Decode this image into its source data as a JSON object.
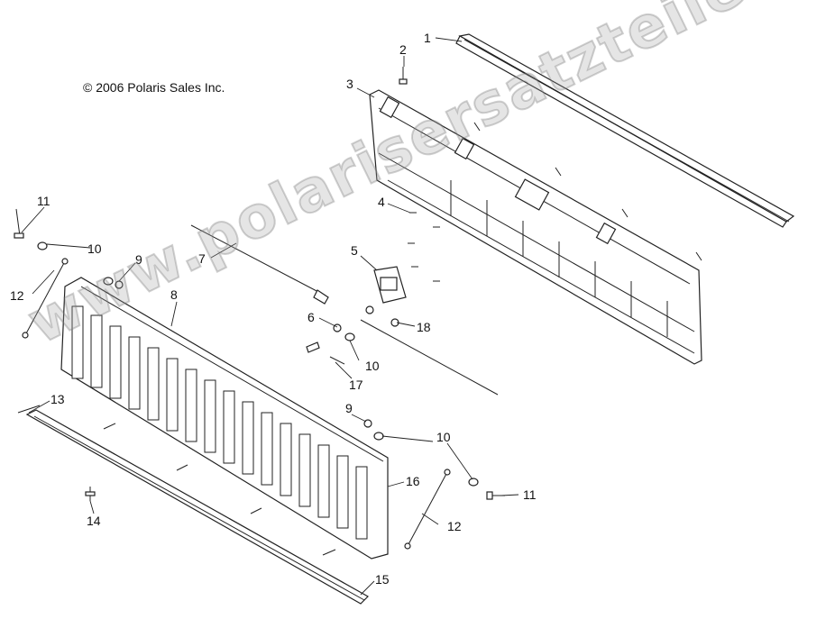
{
  "copyright": "© 2006 Polaris Sales Inc.",
  "watermark": "www.polarisersatzteile.de",
  "callouts": [
    "1",
    "2",
    "3",
    "4",
    "5",
    "6",
    "7",
    "8",
    "9",
    "9",
    "10",
    "10",
    "10",
    "11",
    "11",
    "12",
    "12",
    "13",
    "14",
    "15",
    "16",
    "17",
    "18"
  ],
  "labels": {
    "c1": "1",
    "c2": "2",
    "c3": "3",
    "c4": "4",
    "c5": "5",
    "c6": "6",
    "c7": "7",
    "c8": "8",
    "c9a": "9",
    "c9b": "9",
    "c10a": "10",
    "c10b": "10",
    "c10c": "10",
    "c11a": "11",
    "c11b": "11",
    "c12a": "12",
    "c12b": "12",
    "c13": "13",
    "c14": "14",
    "c15": "15",
    "c16": "16",
    "c17": "17",
    "c18": "18"
  }
}
